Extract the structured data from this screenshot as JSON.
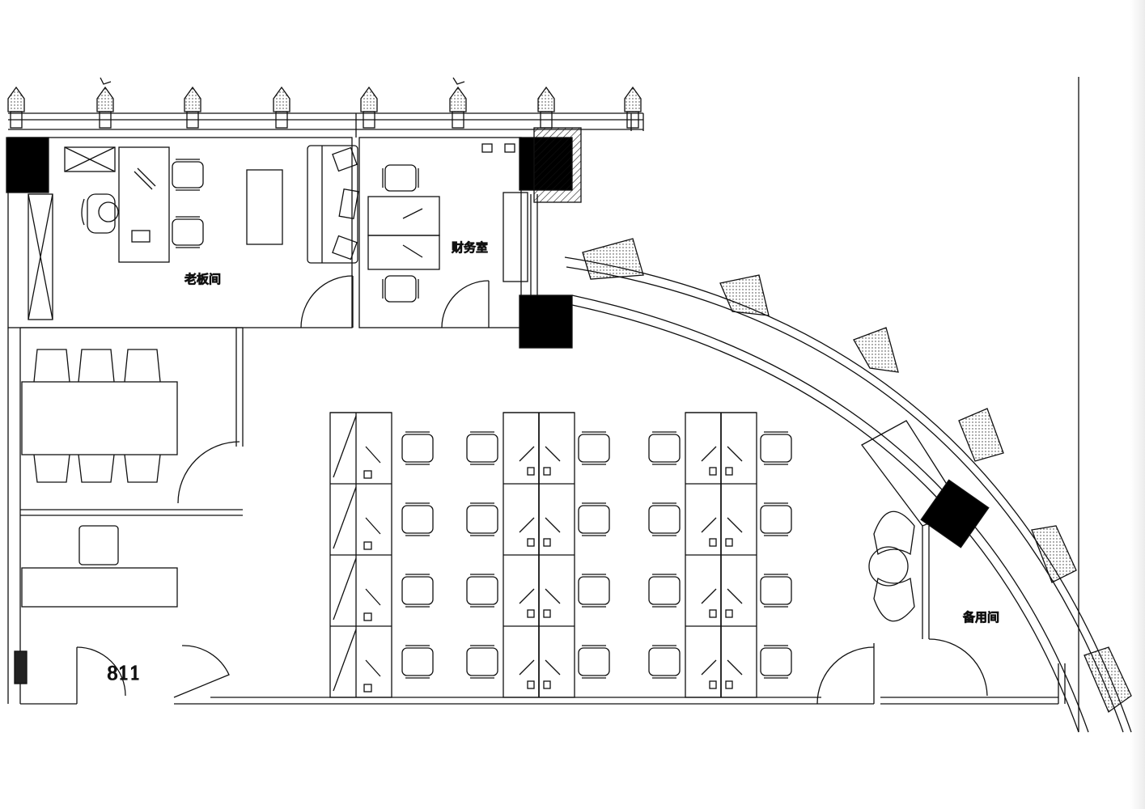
{
  "rooms": {
    "boss_office": "老板间",
    "finance_room": "财务室",
    "spare_room": "备用间"
  },
  "unit_number": "811"
}
